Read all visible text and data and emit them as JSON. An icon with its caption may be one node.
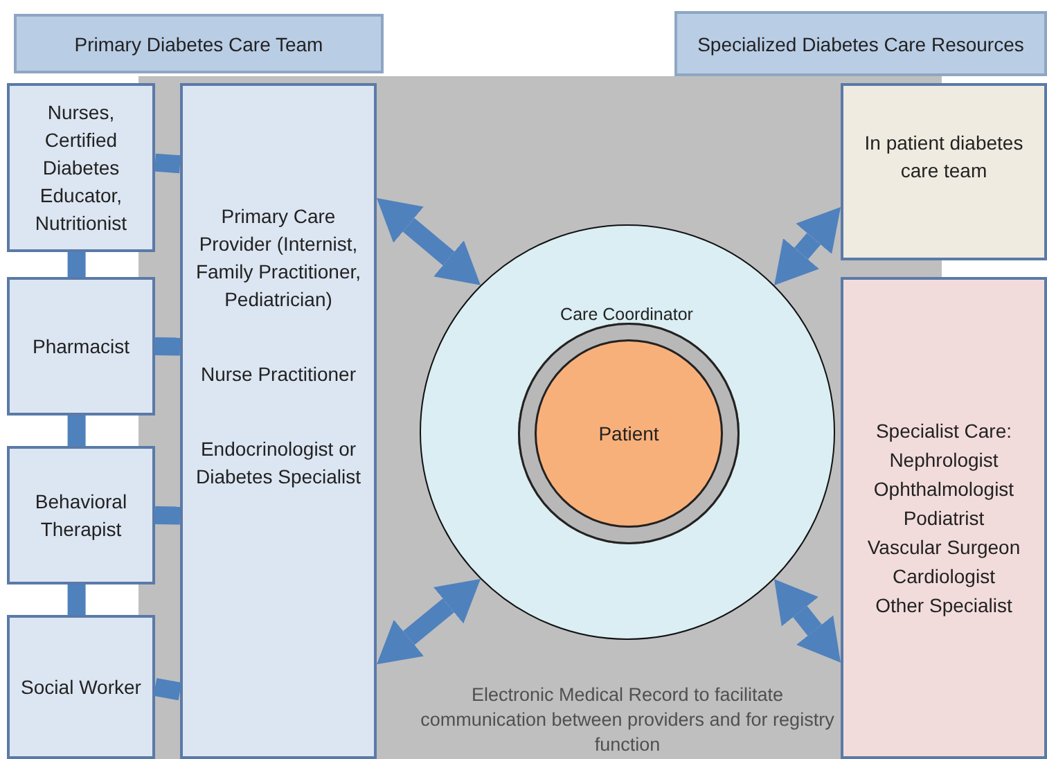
{
  "diagram": {
    "nodes": [
      {
        "text": [
          "Primary Diabetes Care Team"
        ]
      },
      {
        "text": [
          "Specialized Diabetes Care Resources"
        ]
      },
      {
        "text": [
          "Electronic Medical Record to facilitate communication between providers and for registry function"
        ]
      },
      {
        "text": [
          "Nurses, Certified Diabetes Educator, Nutritionist"
        ]
      },
      {
        "text": [
          "Pharmacist"
        ]
      },
      {
        "text": [
          "Behavioral Therapist"
        ]
      },
      {
        "text": [
          "Social Worker"
        ]
      },
      {
        "text": [
          "Primary Care Provider (Internist, Family Practitioner, Pediatrician)",
          "Nurse Practitioner",
          "Endocrinologist or Diabetes Specialist"
        ],
        "in": 2
      },
      {
        "text": [
          "Care Coordinator"
        ],
        "in": 2
      },
      {
        "text": [
          "Patient"
        ],
        "in": 8
      },
      {
        "text": [
          "In patient diabetes care team"
        ]
      },
      {
        "text": [
          "Specialist Care:",
          "Nephrologist",
          "Ophthalmologist",
          "Podiatrist",
          "Vascular Surgeon",
          "Cardiologist",
          "Other Specialist"
        ]
      }
    ],
    "edges": [
      {
        "from": 3,
        "to": 7,
        "arrow": "none"
      },
      {
        "from": 4,
        "to": 7,
        "arrow": "none"
      },
      {
        "from": 5,
        "to": 7,
        "arrow": "none"
      },
      {
        "from": 6,
        "to": 7,
        "arrow": "none"
      },
      {
        "from": 3,
        "to": 4,
        "arrow": "none"
      },
      {
        "from": 4,
        "to": 5,
        "arrow": "none"
      },
      {
        "from": 5,
        "to": 6,
        "arrow": "none"
      },
      {
        "from": 7,
        "to": 8,
        "arrow": "both"
      },
      {
        "from": 7,
        "to": 8,
        "arrow": "both"
      },
      {
        "from": 8,
        "to": 10,
        "arrow": "both"
      },
      {
        "from": 8,
        "to": 11,
        "arrow": "both"
      }
    ]
  }
}
